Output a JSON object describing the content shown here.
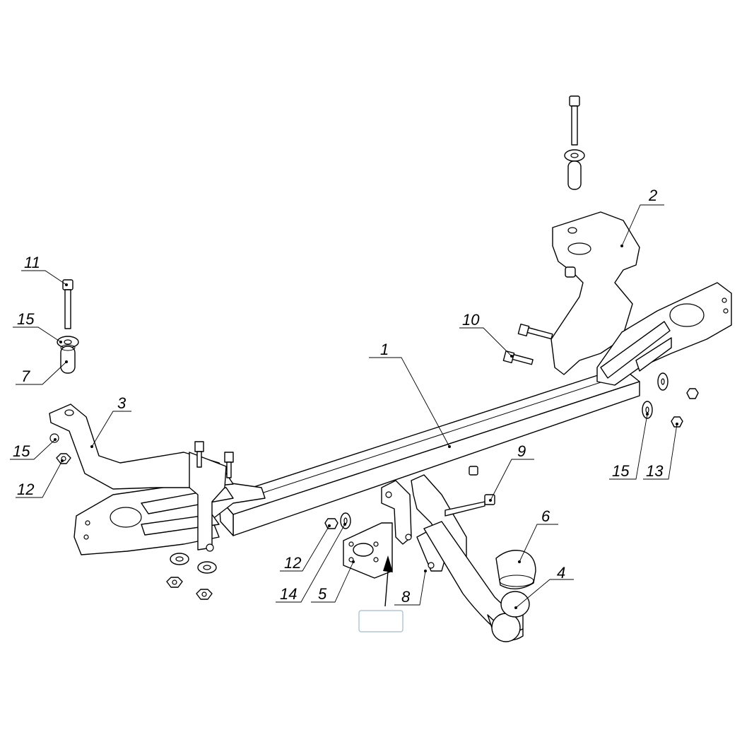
{
  "callouts": [
    {
      "id": "1",
      "label": "1"
    },
    {
      "id": "2",
      "label": "2"
    },
    {
      "id": "3",
      "label": "3"
    },
    {
      "id": "4",
      "label": "4"
    },
    {
      "id": "5",
      "label": "5"
    },
    {
      "id": "6",
      "label": "6"
    },
    {
      "id": "7",
      "label": "7"
    },
    {
      "id": "8",
      "label": "8"
    },
    {
      "id": "9",
      "label": "9"
    },
    {
      "id": "10",
      "label": "10"
    },
    {
      "id": "11",
      "label": "11"
    },
    {
      "id": "12a",
      "label": "12"
    },
    {
      "id": "12b",
      "label": "12"
    },
    {
      "id": "13",
      "label": "13"
    },
    {
      "id": "14",
      "label": "14"
    },
    {
      "id": "15a",
      "label": "15"
    },
    {
      "id": "15b",
      "label": "15"
    },
    {
      "id": "15c",
      "label": "15"
    }
  ],
  "colors": {
    "line": "#000000",
    "background": "#ffffff",
    "label_box": "#9fb9cf"
  },
  "blank_label_box": ""
}
